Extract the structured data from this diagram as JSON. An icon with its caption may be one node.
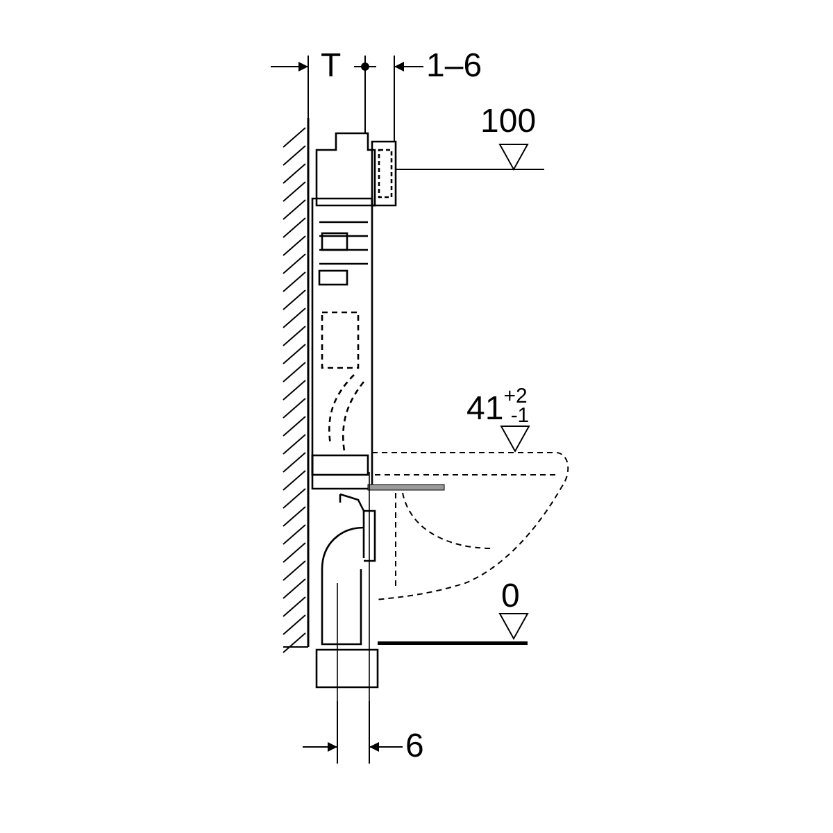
{
  "diagram": {
    "labels": [
      "T",
      "1–6",
      "100",
      "41$^{+2}$$_{-1}$",
      "0",
      "6"
    ]
  }
}
